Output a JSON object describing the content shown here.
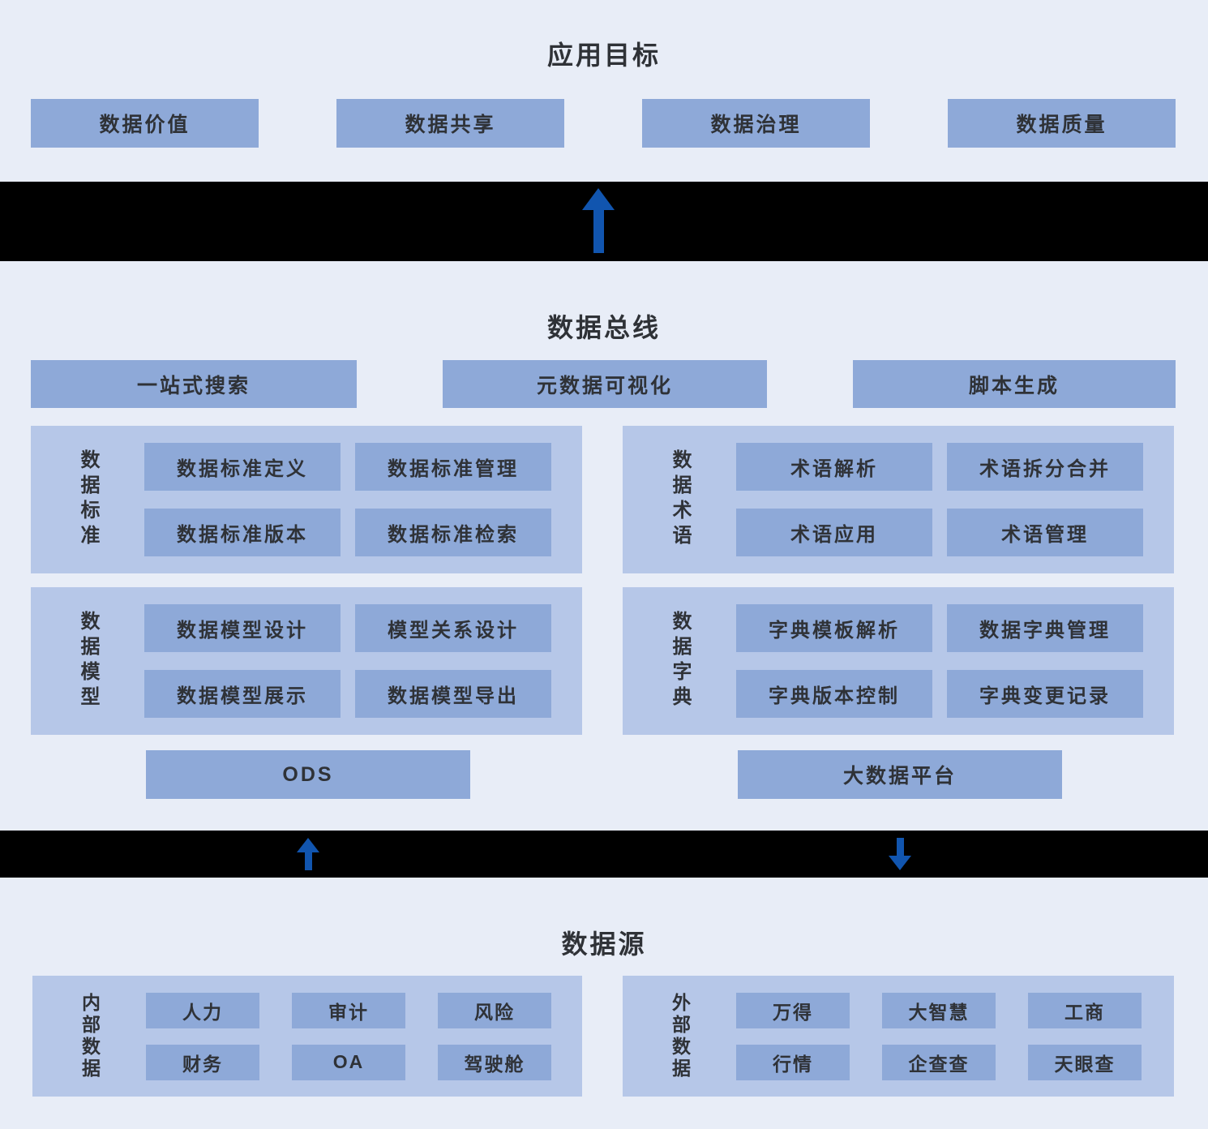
{
  "colors": {
    "background": "#e8edf7",
    "box_blue": "#8ea9d8",
    "container_blue": "#b6c7e8",
    "band_black": "#000000",
    "arrow_blue": "#1155af",
    "text": "#2f3237"
  },
  "icons": {
    "band_top": "up-arrow",
    "band_bottom_left": "up-arrow",
    "band_bottom_right": "down-arrow"
  },
  "sections": {
    "goals": {
      "title": "应用目标",
      "items": [
        "数据价值",
        "数据共享",
        "数据治理",
        "数据质量"
      ]
    },
    "bus": {
      "title": "数据总线",
      "features": [
        "一站式搜索",
        "元数据可视化",
        "脚本生成"
      ],
      "groups": [
        {
          "label": "数据标准",
          "items": [
            "数据标准定义",
            "数据标准管理",
            "数据标准版本",
            "数据标准检索"
          ]
        },
        {
          "label": "数据术语",
          "items": [
            "术语解析",
            "术语拆分合并",
            "术语应用",
            "术语管理"
          ]
        },
        {
          "label": "数据模型",
          "items": [
            "数据模型设计",
            "模型关系设计",
            "数据模型展示",
            "数据模型导出"
          ]
        },
        {
          "label": "数据字典",
          "items": [
            "字典模板解析",
            "数据字典管理",
            "字典版本控制",
            "字典变更记录"
          ]
        }
      ],
      "platforms": [
        "ODS",
        "大数据平台"
      ]
    },
    "sources": {
      "title": "数据源",
      "groups": [
        {
          "label": "内部数据",
          "items": [
            "人力",
            "审计",
            "风险",
            "财务",
            "OA",
            "驾驶舱"
          ]
        },
        {
          "label": "外部数据",
          "items": [
            "万得",
            "大智慧",
            "工商",
            "行情",
            "企查查",
            "天眼查"
          ]
        }
      ]
    }
  }
}
